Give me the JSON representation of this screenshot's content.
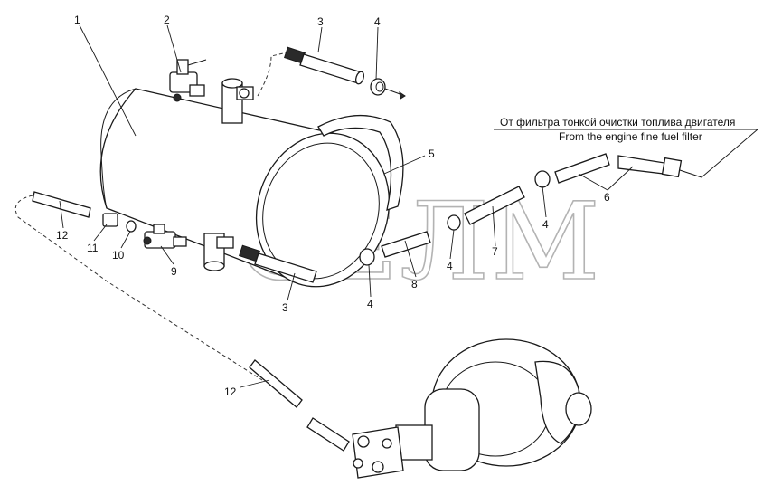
{
  "watermark": "СЕЛМ",
  "caption": {
    "ru": "От фильтра тонкой очистки топлива двигателя",
    "en": "From the engine fine fuel filter"
  },
  "callouts": {
    "c1": "1",
    "c2": "2",
    "c3a": "3",
    "c4a": "4",
    "c5": "5",
    "c4b": "4",
    "c6": "6",
    "c7": "7",
    "c4c": "4",
    "c8": "8",
    "c4d": "4",
    "c3b": "3",
    "c9": "9",
    "c10": "10",
    "c11": "11",
    "c12a": "12",
    "c12b": "12"
  }
}
